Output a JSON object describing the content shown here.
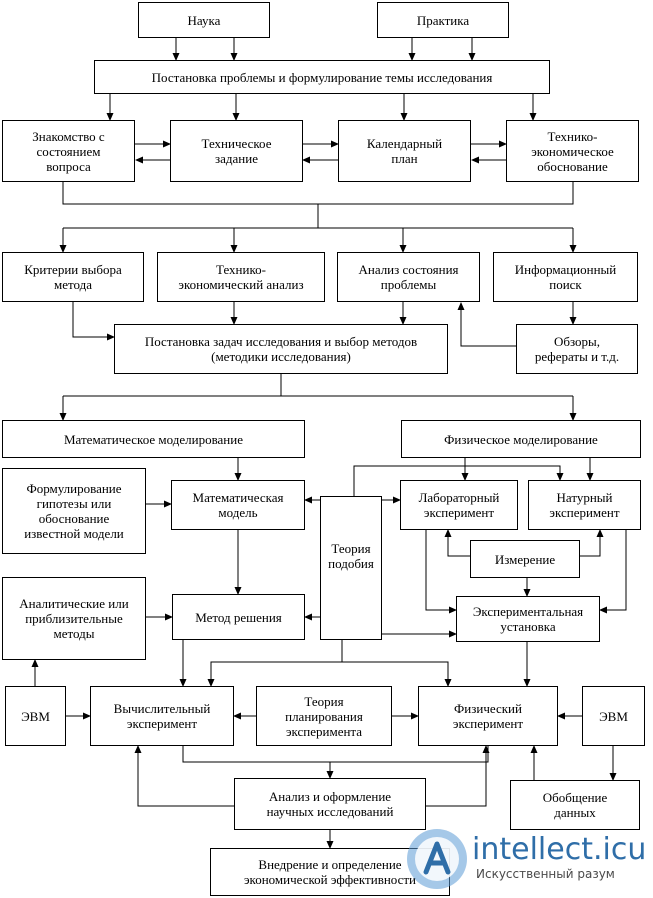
{
  "diagram": {
    "nodes": {
      "nauka": "Наука",
      "praktika": "Практика",
      "postanovka": "Постановка проблемы и формулирование  темы исследования",
      "znakomstvo": "Знакомство с\nсостоянием\nвопроса",
      "tz": "Техническое\nзадание",
      "kalendar": "Календарный\nплан",
      "teo": "Технико-\nэкономическое\nобоснование",
      "kriterii": "Критерии выбора\nметода",
      "tea": "Технико-\nэкономический анализ",
      "analiz_sost": "Анализ состояния\nпроблемы",
      "info": "Информационный\nпоиск",
      "obzory": "Обзоры,\nрефераты и т.д.",
      "zadachi": "Постановка задач исследования и выбор методов\n(методики исследования)",
      "mat_mod": "Математическое моделирование",
      "fiz_mod": "Физическое моделирование",
      "gipoteza": "Формулирование\nгипотезы или\nобоснование\nизвестной модели",
      "mat_model": "Математическая\nмодель",
      "teoriya_pod": "Теория\nподобия",
      "lab": "Лабораторный\nэксперимент",
      "nat": "Натурный\nэксперимент",
      "izmerenie": "Измерение",
      "analit": "Аналитические или\nприблизительные\nметоды",
      "metod": "Метод решения",
      "ustanovka": "Экспериментальная\nустановка",
      "evm1": "ЭВМ",
      "vych": "Вычислительный\nэксперимент",
      "planir": "Теория\nпланирования\nэксперимента",
      "fiz_eks": "Физический\nэксперимент",
      "evm2": "ЭВМ",
      "analiz_oform": "Анализ и оформление\nнаучных исследований",
      "obobshenie": "Обобщение\nданных",
      "vnedrenie": "Внедрение и определение\nэкономической эффективности"
    }
  },
  "watermark": {
    "brand": "intellect.icu",
    "tagline": "Искусственный разум",
    "logo_icon": "a-letter-logo-icon",
    "color": "#2f6ea8"
  }
}
